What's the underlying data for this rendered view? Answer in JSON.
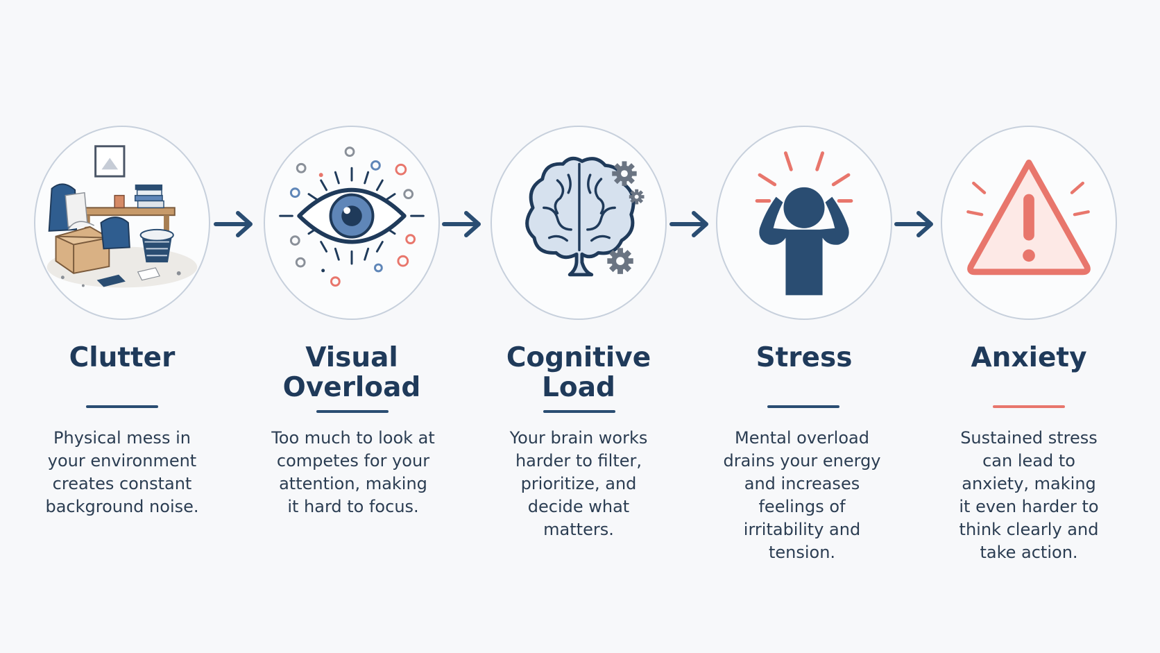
{
  "colors": {
    "navy": "#1f3a5a",
    "accent_blue": "#5f86b8",
    "warning_red": "#e8766c",
    "ring": "#c7d0dc",
    "background": "#f7f8fa"
  },
  "steps": [
    {
      "title_lines": [
        "Clutter"
      ],
      "icon": "cluttered-room-illustration",
      "description_lines": [
        "Physical mess in",
        "your environment",
        "creates constant",
        "background noise."
      ]
    },
    {
      "title_lines": [
        "Visual",
        "Overload"
      ],
      "icon": "eye-icon",
      "description_lines": [
        "Too much to look at",
        "competes for your",
        "attention, making",
        "it hard to focus."
      ]
    },
    {
      "title_lines": [
        "Cognitive",
        "Load"
      ],
      "icon": "brain-gears-icon",
      "description_lines": [
        "Your brain works",
        "harder to filter,",
        "prioritize, and",
        "decide what",
        "matters."
      ]
    },
    {
      "title_lines": [
        "Stress"
      ],
      "icon": "stressed-person-icon",
      "description_lines": [
        "Mental overload",
        "drains your energy",
        "and increases",
        "feelings of",
        "irritability and",
        "tension."
      ]
    },
    {
      "title_lines": [
        "Anxiety"
      ],
      "icon": "warning-triangle-icon",
      "description_lines": [
        "Sustained stress",
        "can lead to",
        "anxiety, making",
        "it even harder to",
        "think clearly and",
        "take action."
      ]
    }
  ]
}
